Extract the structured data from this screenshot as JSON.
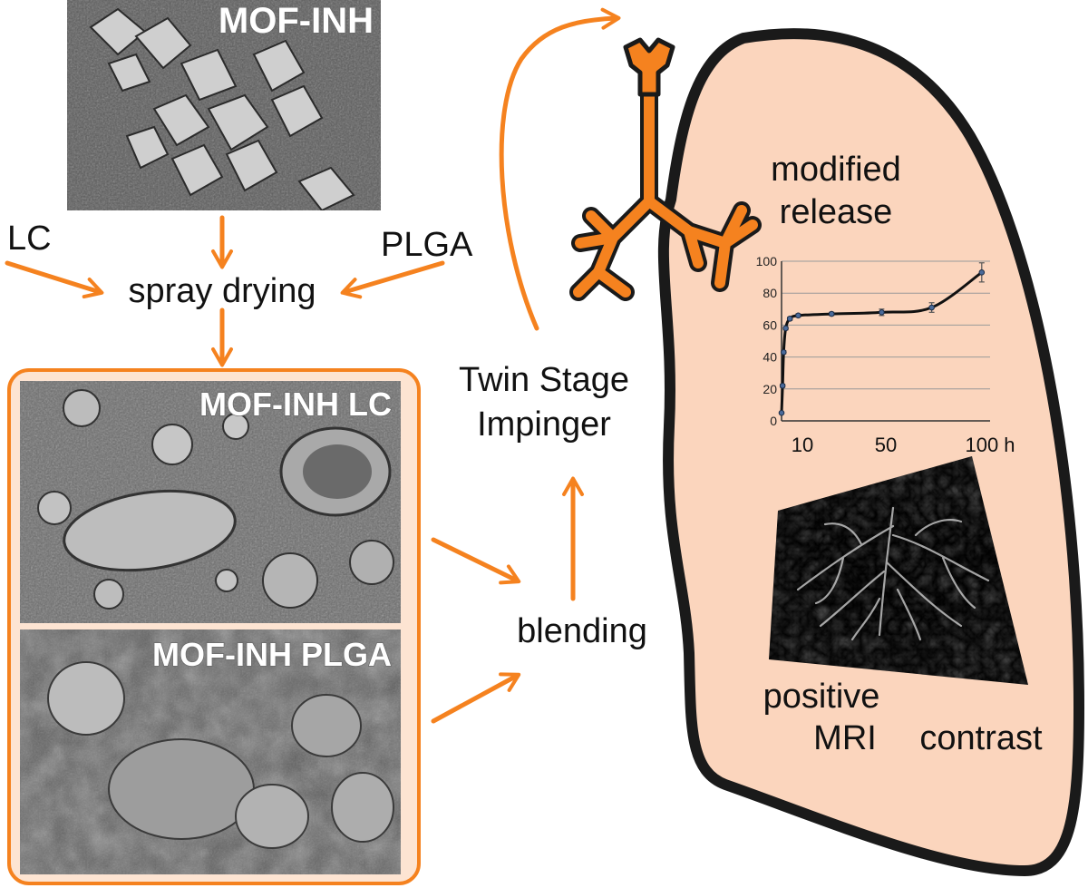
{
  "images": {
    "sem_top": {
      "title": "MOF-INH"
    },
    "sem_lc": {
      "title": "MOF-INH LC"
    },
    "sem_plga": {
      "title": "MOF-INH PLGA"
    }
  },
  "flow": {
    "input_left": "LC",
    "input_right": "PLGA",
    "process": "spray drying",
    "blend": "blending",
    "impinger_line1": "Twin Stage",
    "impinger_line2": "Impinger"
  },
  "lung": {
    "release_line1": "modified",
    "release_line2": "release",
    "mri_line1": "positive",
    "mri_line2": "MRI",
    "mri_line3": "contrast"
  },
  "colors": {
    "accent": "#f5821f",
    "lung_fill": "#fbd5bd",
    "panel_fill": "#fde4d2",
    "outline": "#1a1a1a"
  },
  "chart_data": {
    "type": "line",
    "x": [
      0,
      0.5,
      1,
      2,
      4,
      8,
      24,
      48,
      72,
      96
    ],
    "values": [
      5,
      22,
      43,
      58,
      64,
      66,
      67,
      68,
      71,
      93
    ],
    "errors": [
      0,
      1,
      1,
      1,
      1,
      1,
      1,
      2,
      3,
      6
    ],
    "ylim": [
      0,
      100
    ],
    "yticks": [
      0,
      20,
      40,
      60,
      80,
      100
    ],
    "xticks": [
      {
        "value": 10,
        "label": "10"
      },
      {
        "value": 50,
        "label": "50"
      },
      {
        "value": 100,
        "label": "100 h"
      }
    ],
    "xlim": [
      0,
      100
    ],
    "grid": "horizontal"
  }
}
